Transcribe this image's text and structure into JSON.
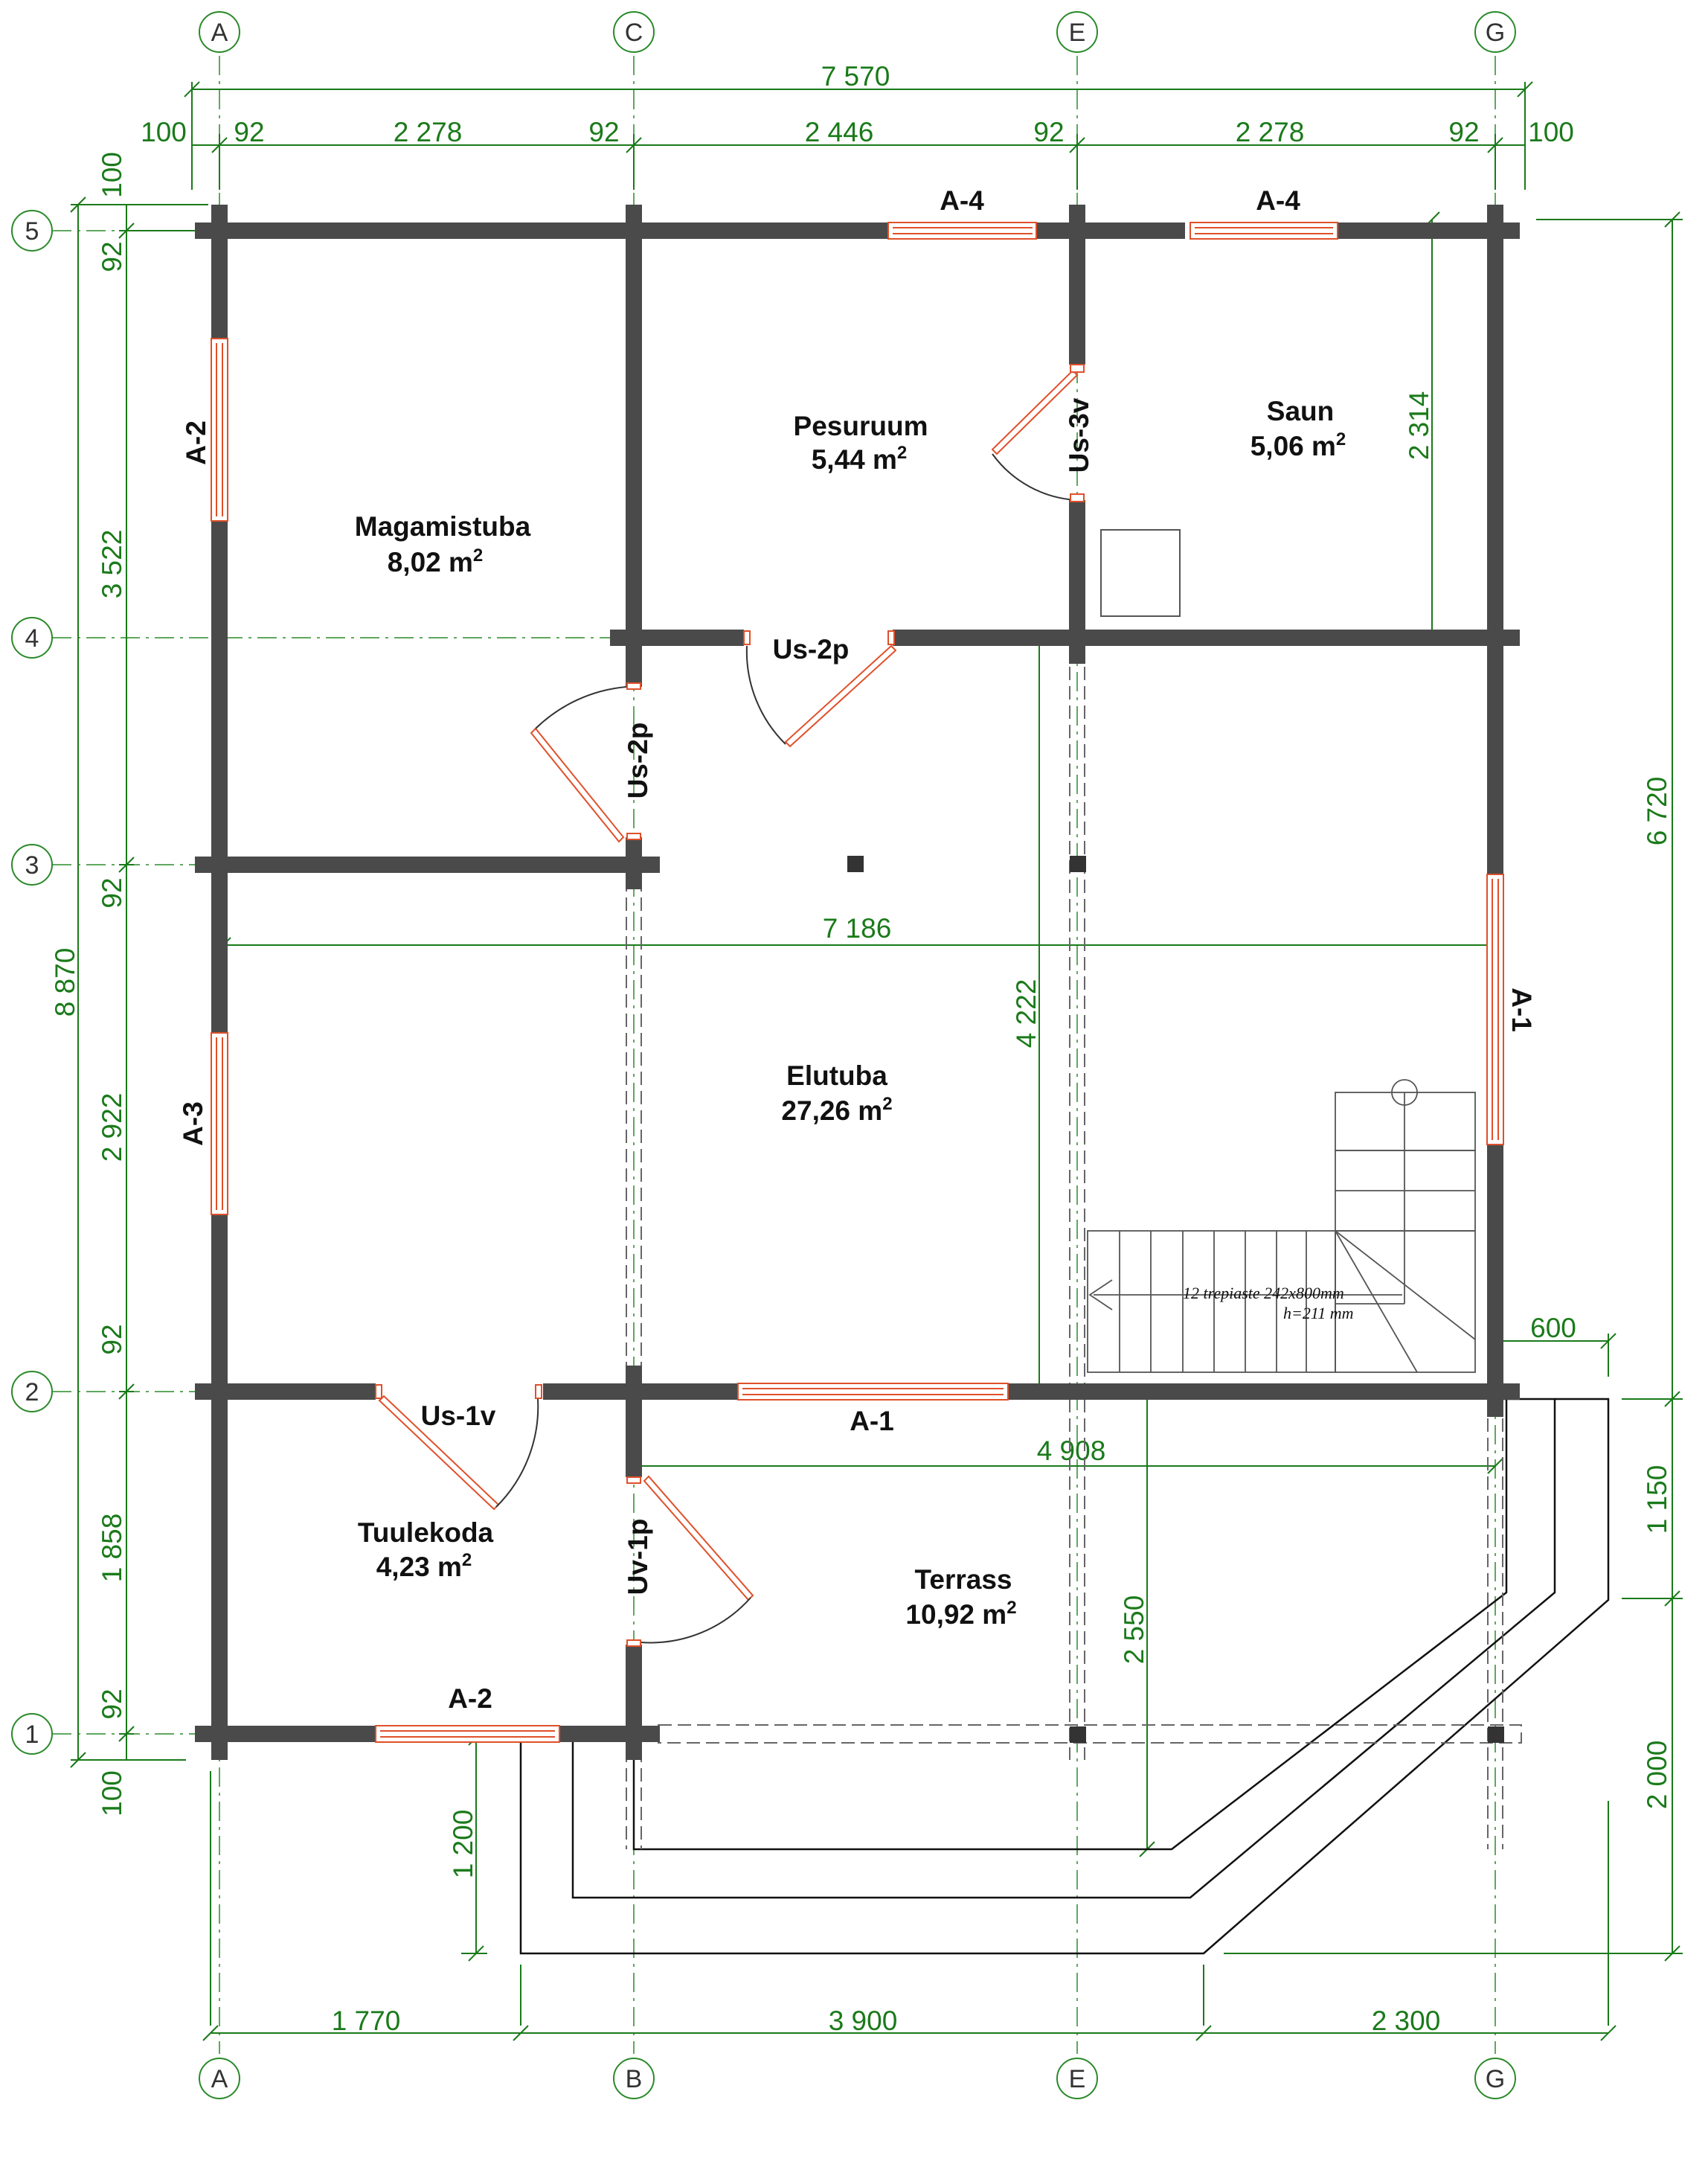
{
  "grid": {
    "top": [
      "A",
      "C",
      "E",
      "G"
    ],
    "bottom": [
      "A",
      "B",
      "E",
      "G"
    ],
    "left": [
      "5",
      "4",
      "3",
      "2",
      "1"
    ]
  },
  "rooms": [
    {
      "name": "Magamistuba",
      "area": "8,02 m",
      "sup": "2"
    },
    {
      "name": "Pesuruum",
      "area": "5,44 m",
      "sup": "2"
    },
    {
      "name": "Saun",
      "area": "5,06 m",
      "sup": "2"
    },
    {
      "name": "Elutuba",
      "area": "27,26 m",
      "sup": "2"
    },
    {
      "name": "Tuulekoda",
      "area": "4,23 m",
      "sup": "2"
    },
    {
      "name": "Terrass",
      "area": "10,92 m",
      "sup": "2"
    }
  ],
  "openings": [
    "A-4",
    "A-4",
    "A-2",
    "Us-3v",
    "Us-2p",
    "Us-2p",
    "A-1",
    "A-3",
    "Us-1v",
    "A-1",
    "Uv-1p",
    "A-2"
  ],
  "dims": {
    "top_total": "7 570",
    "top_chain": [
      "100",
      "92",
      "2 278",
      "92",
      "2 446",
      "92",
      "2 278",
      "92",
      "100"
    ],
    "left_outer": "8 870",
    "left_chain": [
      "100",
      "92",
      "3 522",
      "92",
      "2 922",
      "92",
      "1 858",
      "92",
      "100"
    ],
    "right_chain": [
      "6 720",
      "1 150",
      "2 000"
    ],
    "bottom_chain": [
      "1 770",
      "3 900",
      "2 300"
    ],
    "interior": [
      "2 314",
      "7 186",
      "4 222",
      "600",
      "4 908",
      "2 550",
      "1 200"
    ]
  },
  "stair_note": [
    "12 trepiaste 242x800mm",
    "h=211 mm"
  ],
  "colors": {
    "wall": "#4a4a4a",
    "dimension": "#1a7a1a",
    "opening": "#e0502a",
    "grid": "#2a8a2a"
  }
}
